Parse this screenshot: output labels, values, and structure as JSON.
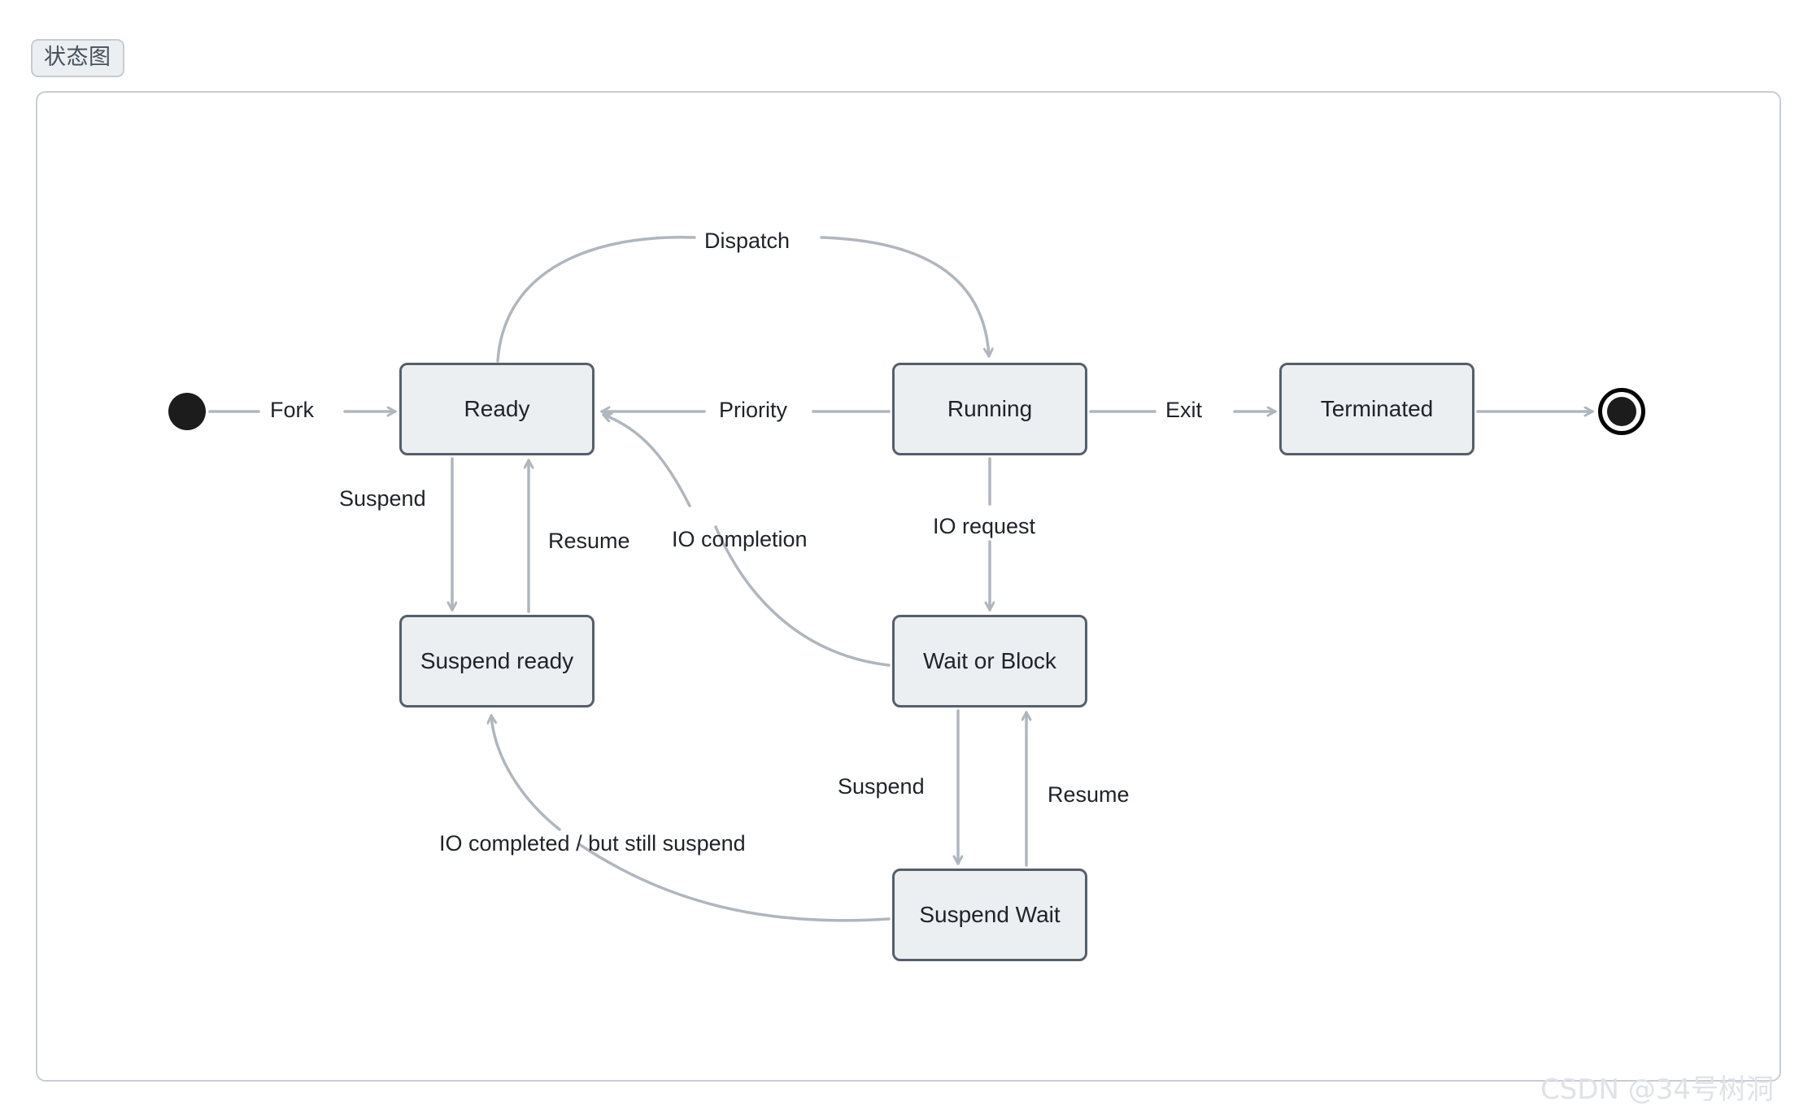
{
  "header": {
    "title_tab": "状态图"
  },
  "watermark": "CSDN @34号树洞",
  "colors": {
    "node_fill": "#eceff1",
    "node_border": "#565f6b",
    "edge_stroke": "#b0b6bd",
    "text": "#1f2329",
    "frame_border": "#c8cdd4",
    "tab_fill": "#eceff1",
    "tab_border": "#c6ccd3",
    "pseudo_state": "#1c1c1c",
    "watermark": "#dfe2e6"
  },
  "diagram": {
    "type": "uml-state-machine",
    "pseudo_states": [
      {
        "id": "initial",
        "kind": "initial-state",
        "label": ""
      },
      {
        "id": "final",
        "kind": "final-state",
        "label": ""
      }
    ],
    "states": [
      {
        "id": "ready",
        "label": "Ready"
      },
      {
        "id": "running",
        "label": "Running"
      },
      {
        "id": "terminated",
        "label": "Terminated"
      },
      {
        "id": "suspend_ready",
        "label": "Suspend ready"
      },
      {
        "id": "wait_block",
        "label": "Wait or Block"
      },
      {
        "id": "suspend_wait",
        "label": "Suspend Wait"
      }
    ],
    "transitions": [
      {
        "from": "initial",
        "to": "ready",
        "label": "Fork"
      },
      {
        "from": "ready",
        "to": "running",
        "label": "Dispatch"
      },
      {
        "from": "running",
        "to": "ready",
        "label": "Priority"
      },
      {
        "from": "running",
        "to": "terminated",
        "label": "Exit"
      },
      {
        "from": "terminated",
        "to": "final",
        "label": ""
      },
      {
        "from": "ready",
        "to": "suspend_ready",
        "label": "Suspend"
      },
      {
        "from": "suspend_ready",
        "to": "ready",
        "label": "Resume"
      },
      {
        "from": "wait_block",
        "to": "ready",
        "label": "IO completion"
      },
      {
        "from": "running",
        "to": "wait_block",
        "label": "IO request"
      },
      {
        "from": "wait_block",
        "to": "suspend_wait",
        "label": "Suspend"
      },
      {
        "from": "suspend_wait",
        "to": "wait_block",
        "label": "Resume"
      },
      {
        "from": "suspend_wait",
        "to": "suspend_ready",
        "label": "IO completed / but still suspend"
      }
    ]
  }
}
